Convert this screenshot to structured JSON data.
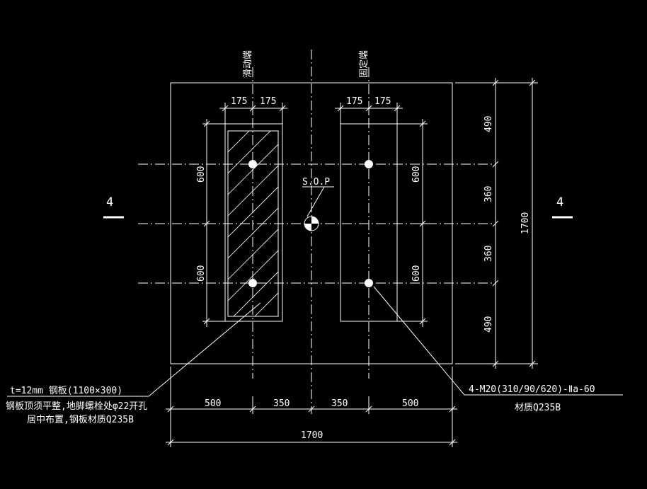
{
  "drawing": {
    "colors": {
      "background": "#000000",
      "line": "#ffffff"
    },
    "top_labels": {
      "left": "滑动端",
      "right": "固定端"
    },
    "section_marks": {
      "left": "4",
      "right": "4"
    },
    "sop": "S.O.P",
    "dims_top": {
      "l1": "175",
      "l2": "175",
      "r1": "175",
      "r2": "175"
    },
    "dims_vert_inner": {
      "l_top": "600",
      "l_bot": "600",
      "r_top": "600",
      "r_bot": "600"
    },
    "dims_right": {
      "a": "490",
      "b": "360",
      "c": "360",
      "d": "490",
      "total": "1700"
    },
    "dims_bottom": {
      "a": "500",
      "b": "350",
      "c": "350",
      "d": "500",
      "total": "1700"
    },
    "notes": {
      "plate_line1": "t=12mm 钢板(1100×300)",
      "plate_line2": "钢板顶须平整,地脚螺栓处φ22开孔",
      "plate_line3": "居中布置,钢板材质Q235B",
      "bolt_line1": "4-M20(310/90/620)-Ⅱa-60",
      "bolt_line2": "材质Q235B"
    }
  }
}
